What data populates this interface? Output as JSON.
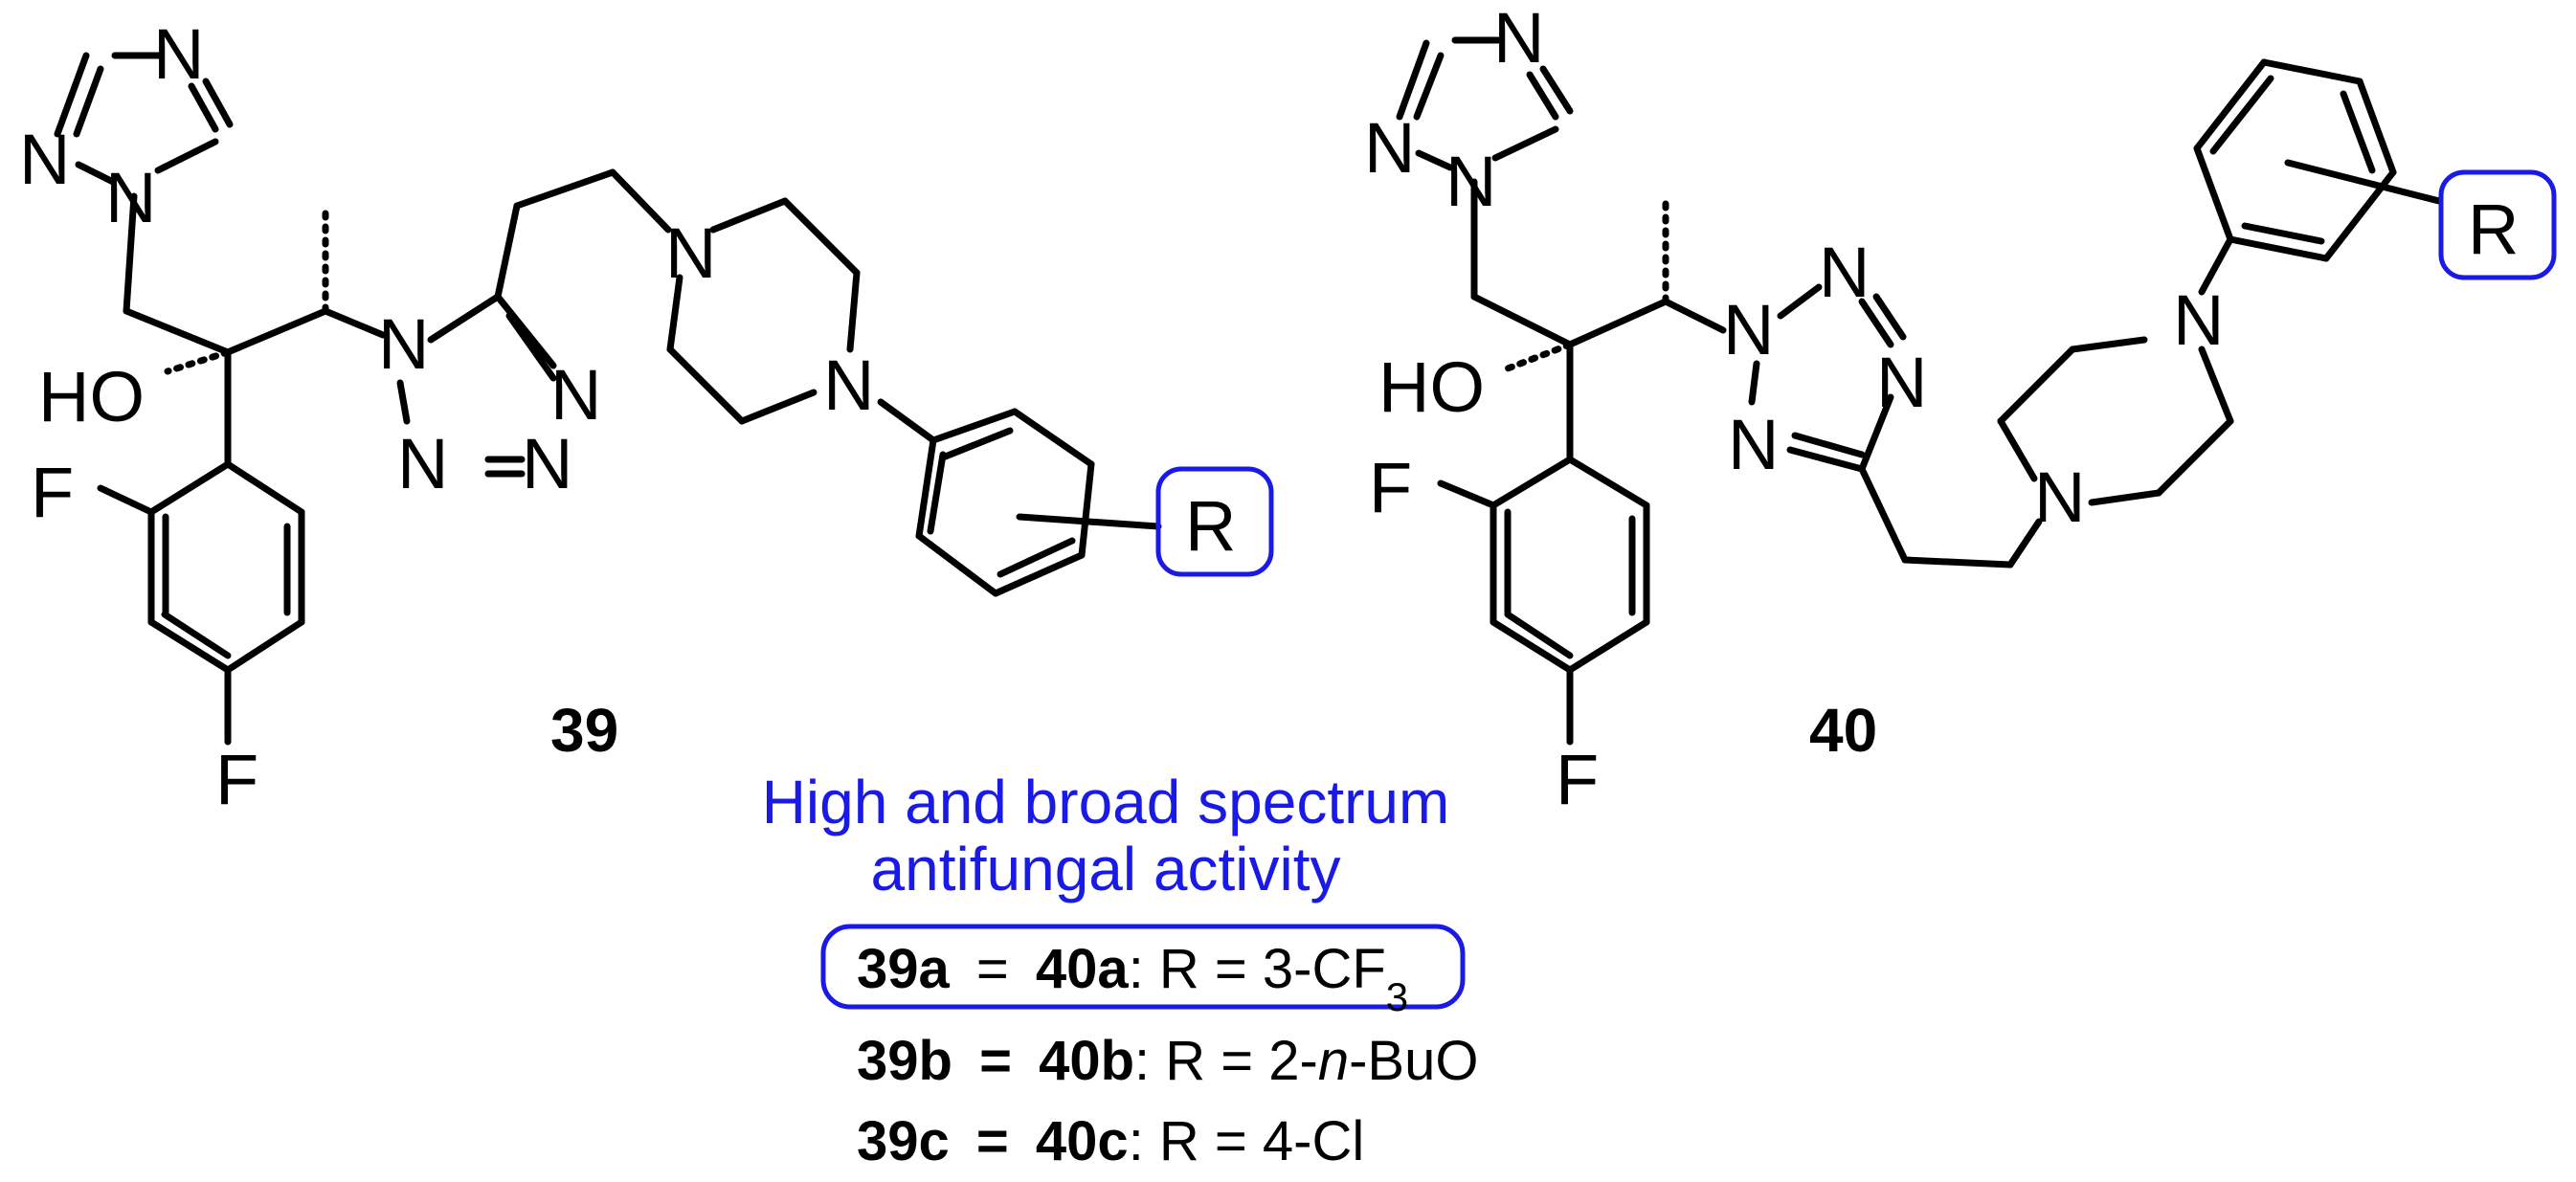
{
  "compound_39": {
    "label": "39",
    "atoms": {
      "triazole_n4": "N",
      "triazole_n2": "N",
      "triazole_n1": "N",
      "hydroxyl": "HO",
      "tetrazole_n1": "N",
      "tetrazole_n2": "N",
      "tetrazole_n3": "N",
      "tetrazole_n4": "N",
      "fluoro_ortho": "F",
      "fluoro_para": "F",
      "piperazine_n1": "N",
      "piperazine_n4": "N",
      "substituent": "R"
    }
  },
  "compound_40": {
    "label": "40",
    "atoms": {
      "triazole_n4": "N",
      "triazole_n2": "N",
      "triazole_n1": "N",
      "hydroxyl": "HO",
      "tetrazole_n2": "N",
      "tetrazole_n3": "N",
      "tetrazole_n4": "N",
      "tetrazole_n1": "N",
      "fluoro_ortho": "F",
      "fluoro_para": "F",
      "piperazine_n1": "N",
      "piperazine_n4": "N",
      "substituent": "R"
    }
  },
  "activity_note": {
    "line1": "High and broad spectrum",
    "line2": "antifungal activity"
  },
  "substituent_table": [
    {
      "compounds_a": "39a",
      "equals": "=",
      "compounds_b": "40a",
      "r_prefix": ": R = 3-CF",
      "r_sub": "3",
      "r_italic": "",
      "r_suffix": "",
      "highlighted": true
    },
    {
      "compounds_a": "39b",
      "equals": "=",
      "compounds_b": "40b",
      "r_prefix": ": R = 2-",
      "r_sub": "",
      "r_italic": "n",
      "r_suffix": "-BuO",
      "highlighted": false
    },
    {
      "compounds_a": "39c",
      "equals": "=",
      "compounds_b": "40c",
      "r_prefix": ": R = 4-Cl",
      "r_sub": "",
      "r_italic": "",
      "r_suffix": "",
      "highlighted": false
    }
  ],
  "colors": {
    "highlight": "#1a1ae6",
    "bond": "#000000"
  }
}
